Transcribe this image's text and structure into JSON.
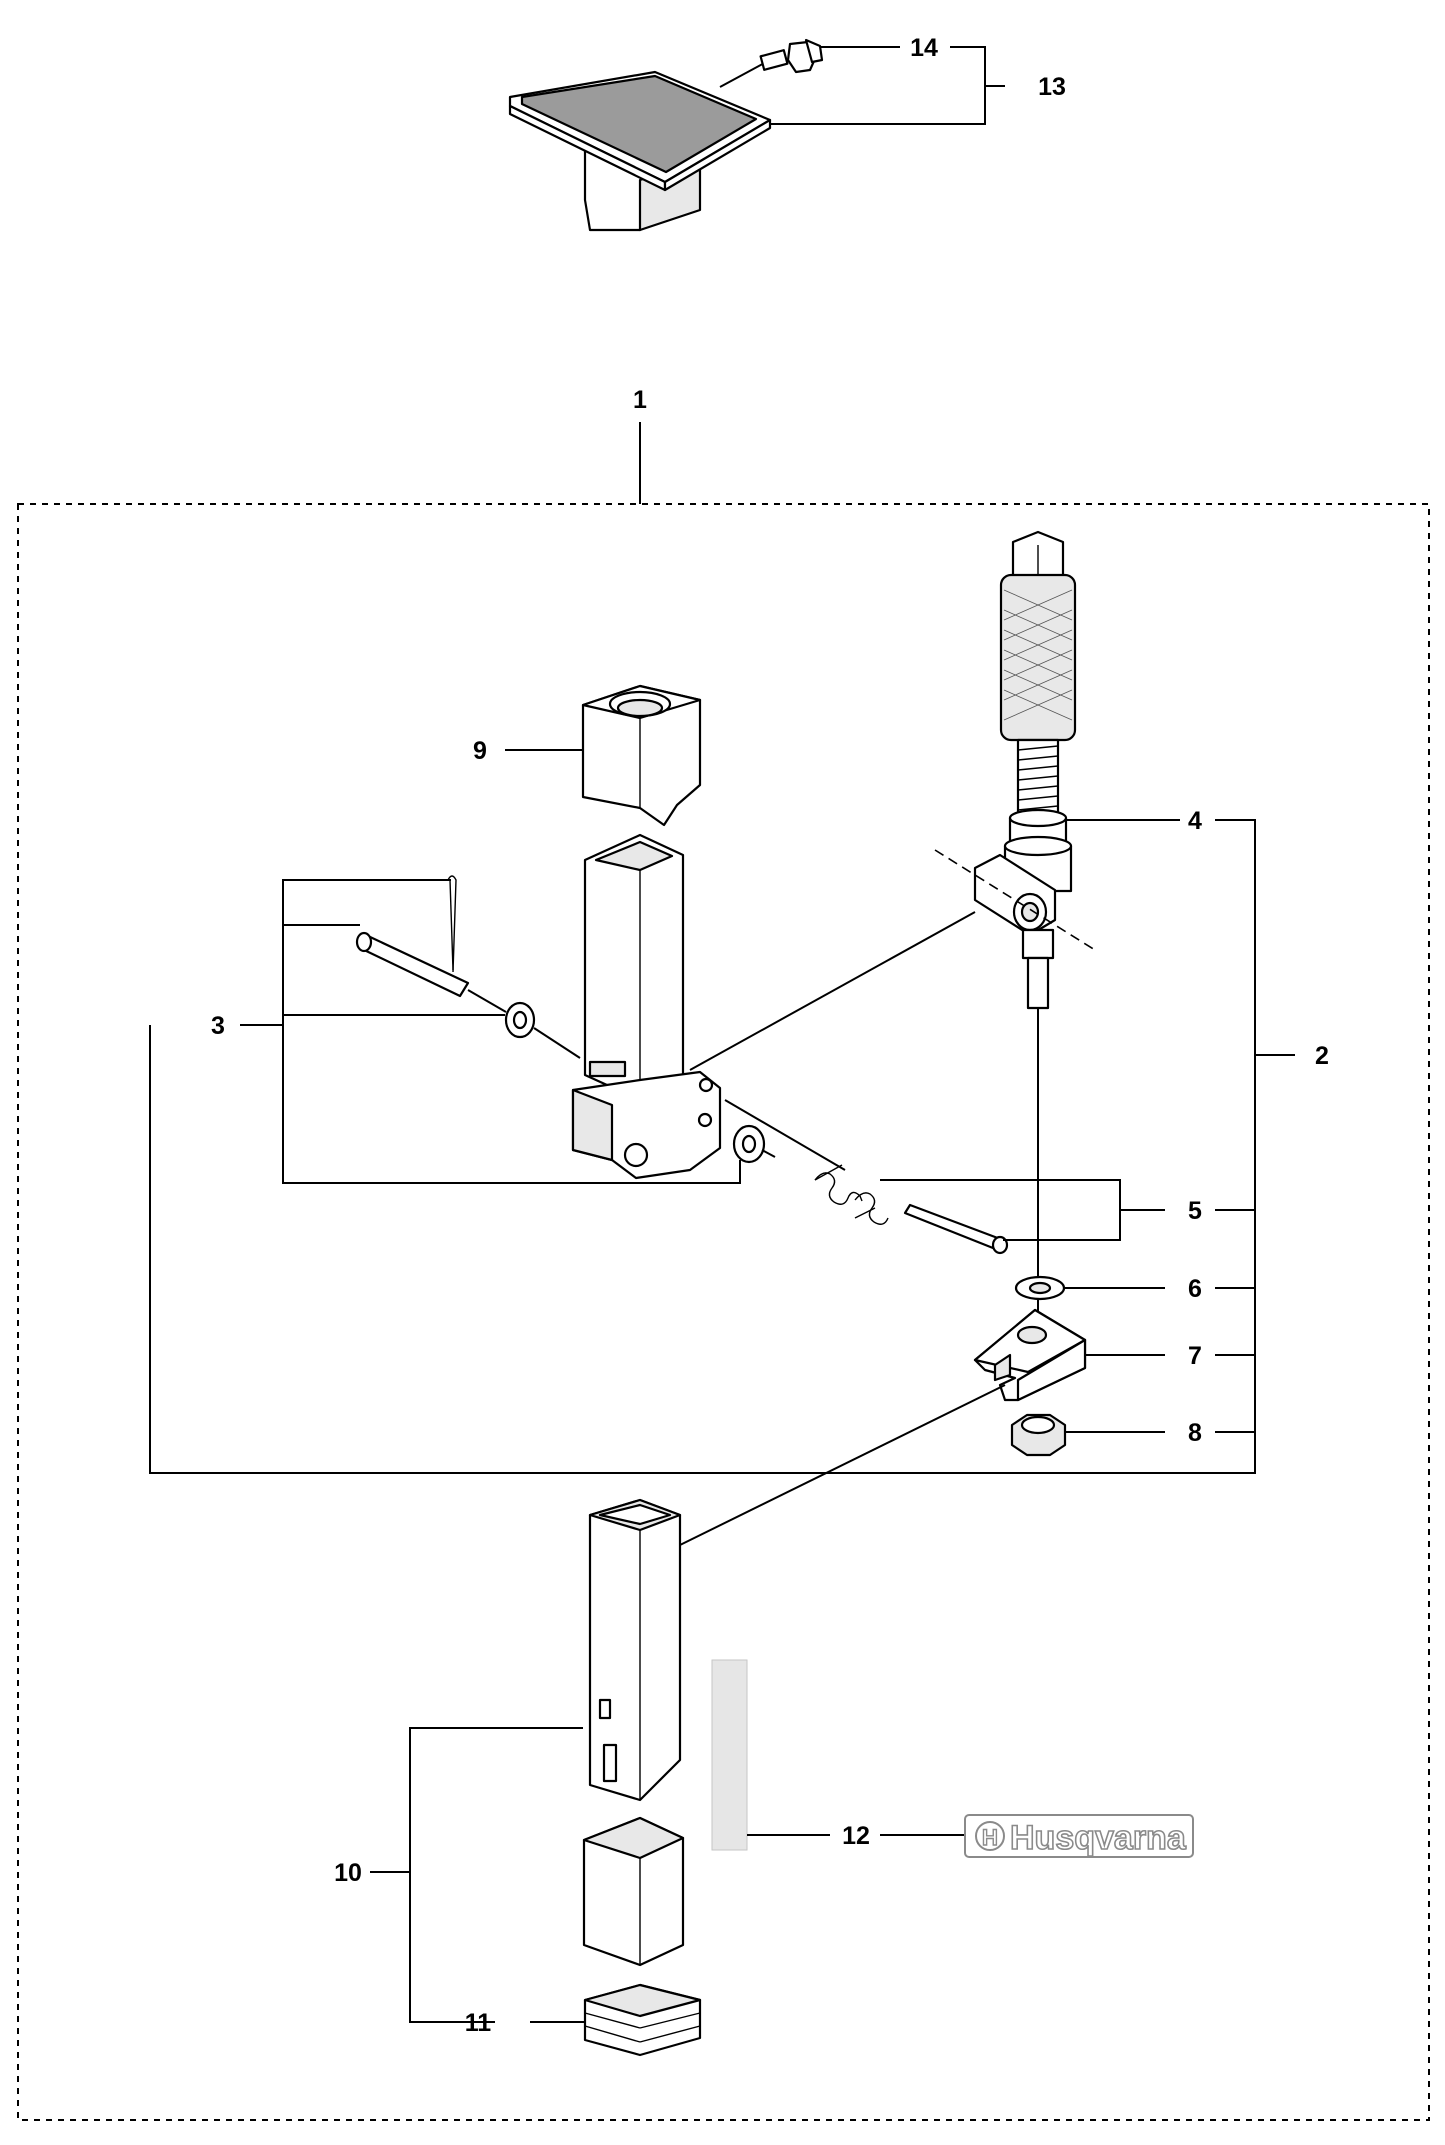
{
  "callouts": [
    {
      "id": "1",
      "label": "1"
    },
    {
      "id": "2",
      "label": "2"
    },
    {
      "id": "3",
      "label": "3"
    },
    {
      "id": "4",
      "label": "4"
    },
    {
      "id": "5",
      "label": "5"
    },
    {
      "id": "6",
      "label": "6"
    },
    {
      "id": "7",
      "label": "7"
    },
    {
      "id": "8",
      "label": "8"
    },
    {
      "id": "9",
      "label": "9"
    },
    {
      "id": "10",
      "label": "10"
    },
    {
      "id": "11",
      "label": "11"
    },
    {
      "id": "12",
      "label": "12"
    },
    {
      "id": "13",
      "label": "13"
    },
    {
      "id": "14",
      "label": "14"
    }
  ],
  "logo": {
    "text": "Husqvarna"
  },
  "colors": {
    "line": "#000000",
    "plate": "#8c8c8c",
    "label_panel": "#e6e6e6",
    "logo_outline": "#8a8a8a"
  }
}
